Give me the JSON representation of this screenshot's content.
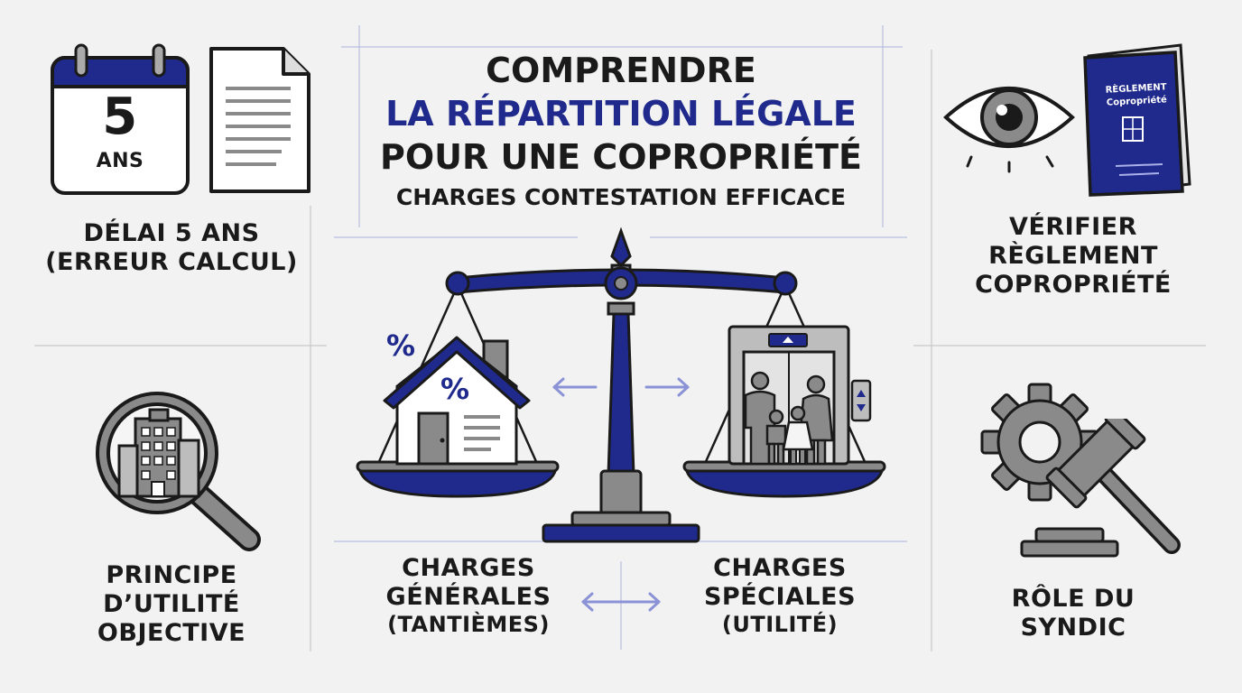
{
  "title": {
    "line1": "COMPRENDRE",
    "line2": "LA RÉPARTITION LÉGALE",
    "line3": "POUR UNE COPROPRIÉTÉ",
    "line4": "CHARGES CONTESTATION EFFICACE"
  },
  "colors": {
    "accent": "#1f2a8c",
    "ink": "#1a1a1a",
    "grey": "#8a8a8a",
    "light_grey": "#d4d4d4",
    "background": "#f2f2f2",
    "arrow": "#8b93d6",
    "grid": "#b9bedf"
  },
  "panels": {
    "delay": {
      "calendar_number": "5",
      "calendar_unit": "ANS",
      "line1": "DÉLAI 5 ANS",
      "line2": "(ERREUR CALCUL)",
      "icons": [
        "calendar-icon",
        "document-icon"
      ]
    },
    "utility": {
      "line1": "PRINCIPE",
      "line2": "D’UTILITÉ",
      "line3": "OBJECTIVE",
      "icons": [
        "magnifier-building-icon"
      ]
    },
    "verify": {
      "book_line1": "RÈGLEMENT",
      "book_line2": "Copropriété",
      "line1": "VÉRIFIER",
      "line2": "RÈGLEMENT",
      "line3": "COPROPRIÉTÉ",
      "icons": [
        "eye-icon",
        "rulebook-icon"
      ]
    },
    "syndic": {
      "line1": "RÔLE DU",
      "line2": "SYNDIC",
      "icons": [
        "gear-icon",
        "gavel-icon"
      ]
    }
  },
  "scale": {
    "left_pan": {
      "percent_outside": "%",
      "percent_roof": "%",
      "line1": "CHARGES",
      "line2": "GÉNÉRALES",
      "line3": "(TANTIÈMES)"
    },
    "right_pan": {
      "line1": "CHARGES",
      "line2": "SPÉCIALES",
      "line3": "(UTILITÉ)"
    },
    "icons": [
      "scale-icon",
      "house-icon",
      "elevator-icon",
      "double-arrow-icon"
    ]
  }
}
